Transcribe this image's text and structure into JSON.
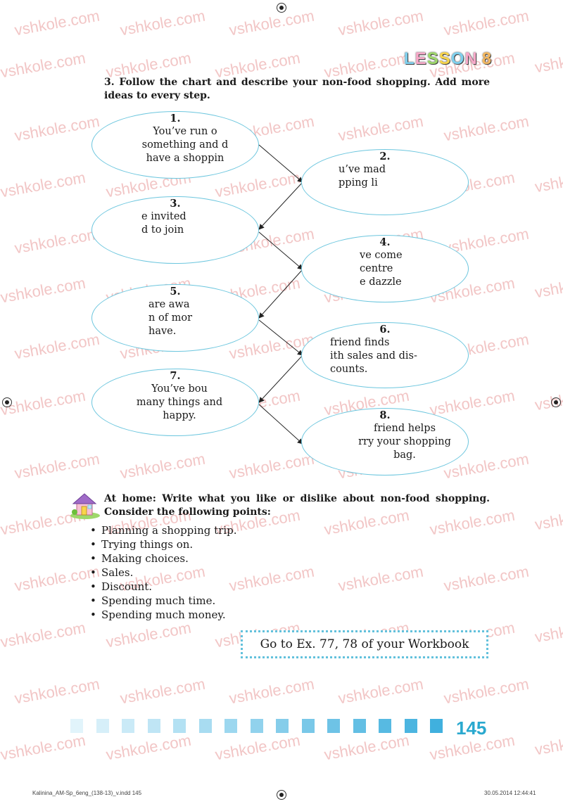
{
  "header": {
    "lesson_label": "LESSON 8",
    "letter_colors": [
      "#7fd0ee",
      "#f7a9c9",
      "#9ed86a",
      "#f9d54b",
      "#7fd0ee",
      "#f7a9c9",
      "#f4b860",
      "#c9a3e8"
    ]
  },
  "task": {
    "text": "3. Follow the chart and describe your non-food shopping. Add more ideas to every step."
  },
  "chart": {
    "steps": [
      {
        "num": "1.",
        "text": "You’ve run o\nsomething and d\nhave a shoppin"
      },
      {
        "num": "2.",
        "text": "u’ve mad\npping li"
      },
      {
        "num": "3.",
        "text": "e invited\nd to join"
      },
      {
        "num": "4.",
        "text": "ve come\n centre\ne dazzle"
      },
      {
        "num": "5.",
        "text": "are awa\nn of mor\nhave."
      },
      {
        "num": "6.",
        "text": " friend finds\nith sales and dis-\ncounts."
      },
      {
        "num": "7.",
        "text": "You’ve bou\nmany things and\nhappy."
      },
      {
        "num": "8.",
        "text": " friend helps\nrry your shopping\nbag."
      }
    ]
  },
  "home": {
    "text": "At home: Write what you like or dislike about non-food shopping. Consider the following points:",
    "points": [
      "Planning a shopping trip.",
      "Trying things on.",
      "Making choices.",
      "Sales.",
      "Discount.",
      "Spending much time.",
      "Spending much money."
    ]
  },
  "workbook": {
    "label": "Go to Ex. 77, 78 of your Workbook"
  },
  "page_number": "145",
  "watermark": "vshkole.com",
  "footer": {
    "left": "Kalinina_AM-Sp_6eng_(138-13)_v.indd 145",
    "right": "30.05.2014 12:44:41"
  },
  "colors": {
    "accent": "#6cc6de",
    "page_number": "#2aa9cf"
  }
}
